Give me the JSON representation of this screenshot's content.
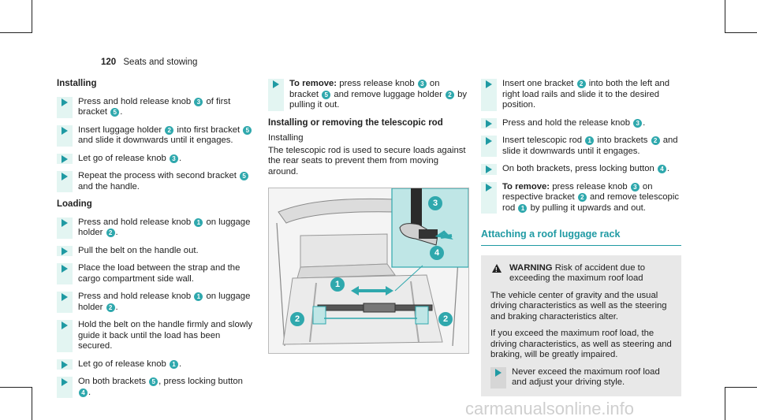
{
  "header": {
    "page_number": "120",
    "section": "Seats and stowing"
  },
  "col1": {
    "installing_heading": "Installing",
    "installing_steps": [
      {
        "a": "Press and hold release knob ",
        "n": "3",
        "b": " of first bracket ",
        "n2": "5",
        "c": "."
      },
      {
        "a": "Insert luggage holder ",
        "n": "2",
        "b": " into first bracket ",
        "n2": "5",
        "c": " and slide it downwards until it engages."
      },
      {
        "a": "Let go of release knob ",
        "n": "3",
        "b": ".",
        "n2": "",
        "c": ""
      },
      {
        "a": "Repeat the process with second bracket ",
        "n": "5",
        "b": " and the handle.",
        "n2": "",
        "c": ""
      }
    ],
    "loading_heading": "Loading",
    "loading_steps": [
      {
        "a": "Press and hold release knob ",
        "n": "1",
        "b": " on luggage holder ",
        "n2": "2",
        "c": "."
      },
      {
        "a": "Pull the belt on the handle out.",
        "n": "",
        "b": "",
        "n2": "",
        "c": ""
      },
      {
        "a": "Place the load between the strap and the cargo compartment side wall.",
        "n": "",
        "b": "",
        "n2": "",
        "c": ""
      },
      {
        "a": "Press and hold release knob ",
        "n": "1",
        "b": " on luggage holder ",
        "n2": "2",
        "c": "."
      },
      {
        "a": "Hold the belt on the handle firmly and slowly guide it back until the load has been secured.",
        "n": "",
        "b": "",
        "n2": "",
        "c": ""
      },
      {
        "a": "Let go of release knob ",
        "n": "1",
        "b": ".",
        "n2": "",
        "c": ""
      },
      {
        "a": "On both brackets ",
        "n": "5",
        "b": ", press locking button ",
        "n2": "4",
        "c": "."
      }
    ]
  },
  "col2": {
    "remove_lead": "To remove:",
    "remove_text_a": " press release knob ",
    "remove_n1": "3",
    "remove_text_b": " on bracket ",
    "remove_n2": "5",
    "remove_text_c": " and remove luggage holder ",
    "remove_n3": "2",
    "remove_text_d": " by pulling it out.",
    "rod_heading": "Installing or removing the telescopic rod",
    "inst_label": "Installing",
    "inst_para": "The telescopic rod is used to secure loads against the rear seats to prevent them from moving around."
  },
  "figure": {
    "callout_1": "1",
    "callout_2": "2",
    "callout_3": "3",
    "callout_4": "4",
    "accent": "#2fa8ad"
  },
  "col3": {
    "steps": [
      {
        "a": "Insert one bracket ",
        "n": "2",
        "b": " into both the left and right load rails and slide it to the desired position.",
        "n2": "",
        "c": ""
      },
      {
        "a": "Press and hold the release knob ",
        "n": "3",
        "b": ".",
        "n2": "",
        "c": ""
      },
      {
        "a": "Insert telescopic rod ",
        "n": "1",
        "b": " into brackets ",
        "n2": "2",
        "c": " and slide it downwards until it engages."
      },
      {
        "a": "On both brackets, press locking button ",
        "n": "4",
        "b": ".",
        "n2": "",
        "c": ""
      }
    ],
    "remove_lead": "To remove:",
    "remove_a": " press release knob ",
    "remove_n1": "3",
    "remove_b": " on respective bracket ",
    "remove_n2": "2",
    "remove_c": " and remove telescopic rod ",
    "remove_n3": "1",
    "remove_d": " by pulling it upwards and out.",
    "section_title": "Attaching a roof luggage rack",
    "warning_label": "WARNING",
    "warning_title": " Risk of accident due to exceeding the maximum roof load",
    "warning_p1": "The vehicle center of gravity and the usual driving characteristics as well as the steering and braking characteristics alter.",
    "warning_p2": "If you exceed the maximum roof load, the driving characteristics, as well as steering and braking, will be greatly impaired.",
    "warning_step": "Never exceed the maximum roof load and adjust your driving style."
  },
  "watermark": "carmanualsonline.info"
}
